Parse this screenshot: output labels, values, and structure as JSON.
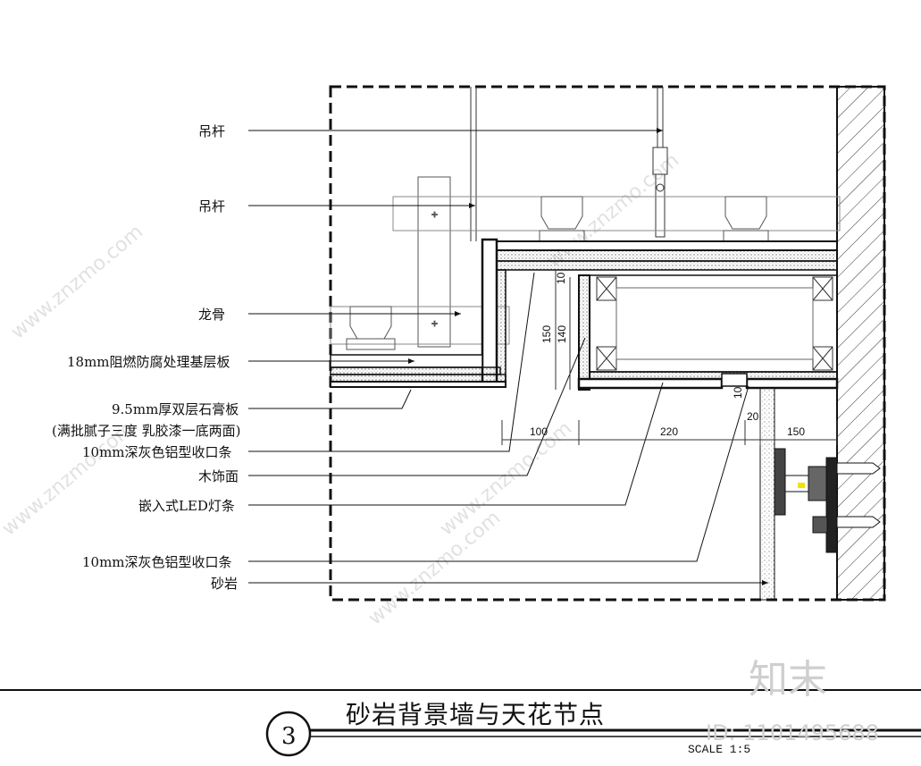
{
  "labels": {
    "hanger_rod_1": "吊杆",
    "hanger_rod_2": "吊杆",
    "keel": "龙骨",
    "base_board": "18mm阻燃防腐处理基层板",
    "gypsum_line1": "9.5mm厚双层石膏板",
    "gypsum_line2": "(满批腻子三度 乳胶漆一底两面)",
    "trim_strip_1": "10mm深灰色铝型收口条",
    "wood_veneer": "木饰面",
    "led_strip": "嵌入式LED灯条",
    "trim_strip_2": "10mm深灰色铝型收口条",
    "sandstone": "砂岩"
  },
  "dimensions": {
    "d100": "100",
    "d220": "220",
    "d150_h": "150",
    "d20": "20",
    "d150_v": "150",
    "d140_v": "140",
    "d10_a": "10",
    "d10_b": "10"
  },
  "title": {
    "number": "3",
    "text": "砂岩背景墙与天花节点",
    "scale": "SCALE  1:5"
  },
  "watermark": {
    "brand": "知末",
    "id": "ID: 1101495688",
    "site": "www.znzmo.com"
  }
}
